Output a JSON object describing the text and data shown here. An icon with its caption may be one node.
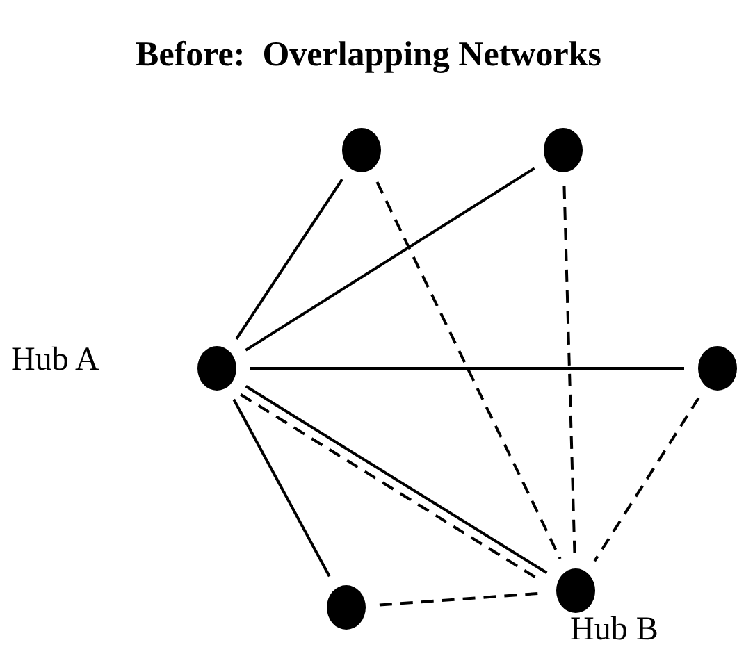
{
  "diagram": {
    "title": "Before:  Overlapping Networks",
    "nodes": [
      {
        "text": [],
        "shape": "circle"
      },
      {
        "text": [],
        "shape": "circle"
      },
      {
        "text": [],
        "shape": "circle",
        "beside": [
          "Hub A"
        ]
      },
      {
        "text": [],
        "shape": "circle"
      },
      {
        "text": [],
        "shape": "circle"
      },
      {
        "text": [],
        "shape": "circle",
        "beside": [
          "Hub B"
        ]
      }
    ],
    "edges": [
      {
        "from": 2,
        "to": 0,
        "arrow": "none"
      },
      {
        "from": 2,
        "to": 1,
        "arrow": "none"
      },
      {
        "from": 2,
        "to": 3,
        "arrow": "none"
      },
      {
        "from": 2,
        "to": 5,
        "arrow": "none"
      },
      {
        "from": 2,
        "to": 5,
        "arrow": "none",
        "style": "dashed"
      },
      {
        "from": 2,
        "to": 4,
        "arrow": "none"
      },
      {
        "from": 0,
        "to": 5,
        "arrow": "none",
        "style": "dashed"
      },
      {
        "from": 1,
        "to": 5,
        "arrow": "none",
        "style": "dashed"
      },
      {
        "from": 3,
        "to": 5,
        "arrow": "none",
        "style": "dashed"
      },
      {
        "from": 4,
        "to": 5,
        "arrow": "none",
        "style": "dashed"
      }
    ]
  }
}
